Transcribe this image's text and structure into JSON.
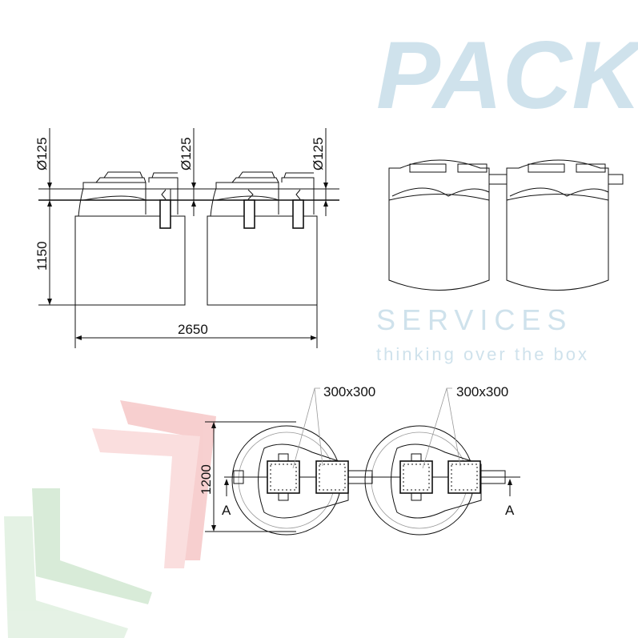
{
  "side_view": {
    "pipe_diameter_labels": [
      "Ø125",
      "Ø125",
      "Ø125"
    ],
    "height_label": "1150",
    "length_label": "2650"
  },
  "top_view": {
    "cover_labels": [
      "300x300",
      "300x300"
    ],
    "diameter_label": "1200",
    "section_labels": [
      "A",
      "A"
    ]
  },
  "watermark": {
    "brand": "PACK",
    "word": "SERVICES",
    "tagline": "thinking over the box",
    "color": "#cfe2ec"
  }
}
